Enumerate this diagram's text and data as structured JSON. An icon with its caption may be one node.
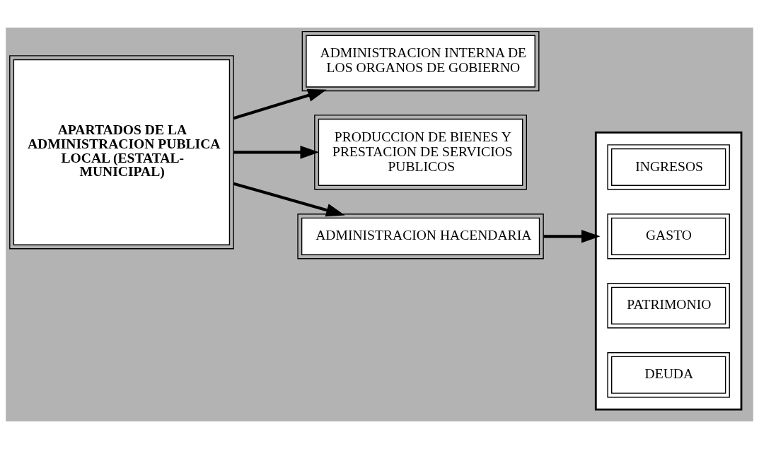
{
  "diagram": {
    "nodes": [
      {
        "text": [
          "APARTADOS DE LA ADMINISTRACION PUBLICA LOCAL (ESTATAL- MUNICIPAL)"
        ]
      },
      {
        "text": [
          "ADMINISTRACION INTERNA DE LOS ORGANOS DE GOBIERNO"
        ]
      },
      {
        "text": [
          "PRODUCCION DE BIENES Y PRESTACION DE SERVICIOS PUBLICOS"
        ]
      },
      {
        "text": [
          "ADMINISTRACION HACENDARIA"
        ]
      },
      {
        "text": [],
        "shape": "box"
      },
      {
        "text": [
          "INGRESOS"
        ],
        "in": 4
      },
      {
        "text": [
          "GASTO"
        ],
        "in": 4
      },
      {
        "text": [
          "PATRIMONIO"
        ],
        "in": 4
      },
      {
        "text": [
          "DEUDA"
        ],
        "in": 4
      }
    ],
    "edges": [
      {
        "from": 0,
        "to": 1,
        "arrow": "to"
      },
      {
        "from": 0,
        "to": 2,
        "arrow": "to"
      },
      {
        "from": 0,
        "to": 3,
        "arrow": "to"
      },
      {
        "from": 3,
        "to": 4,
        "arrow": "to"
      }
    ]
  }
}
